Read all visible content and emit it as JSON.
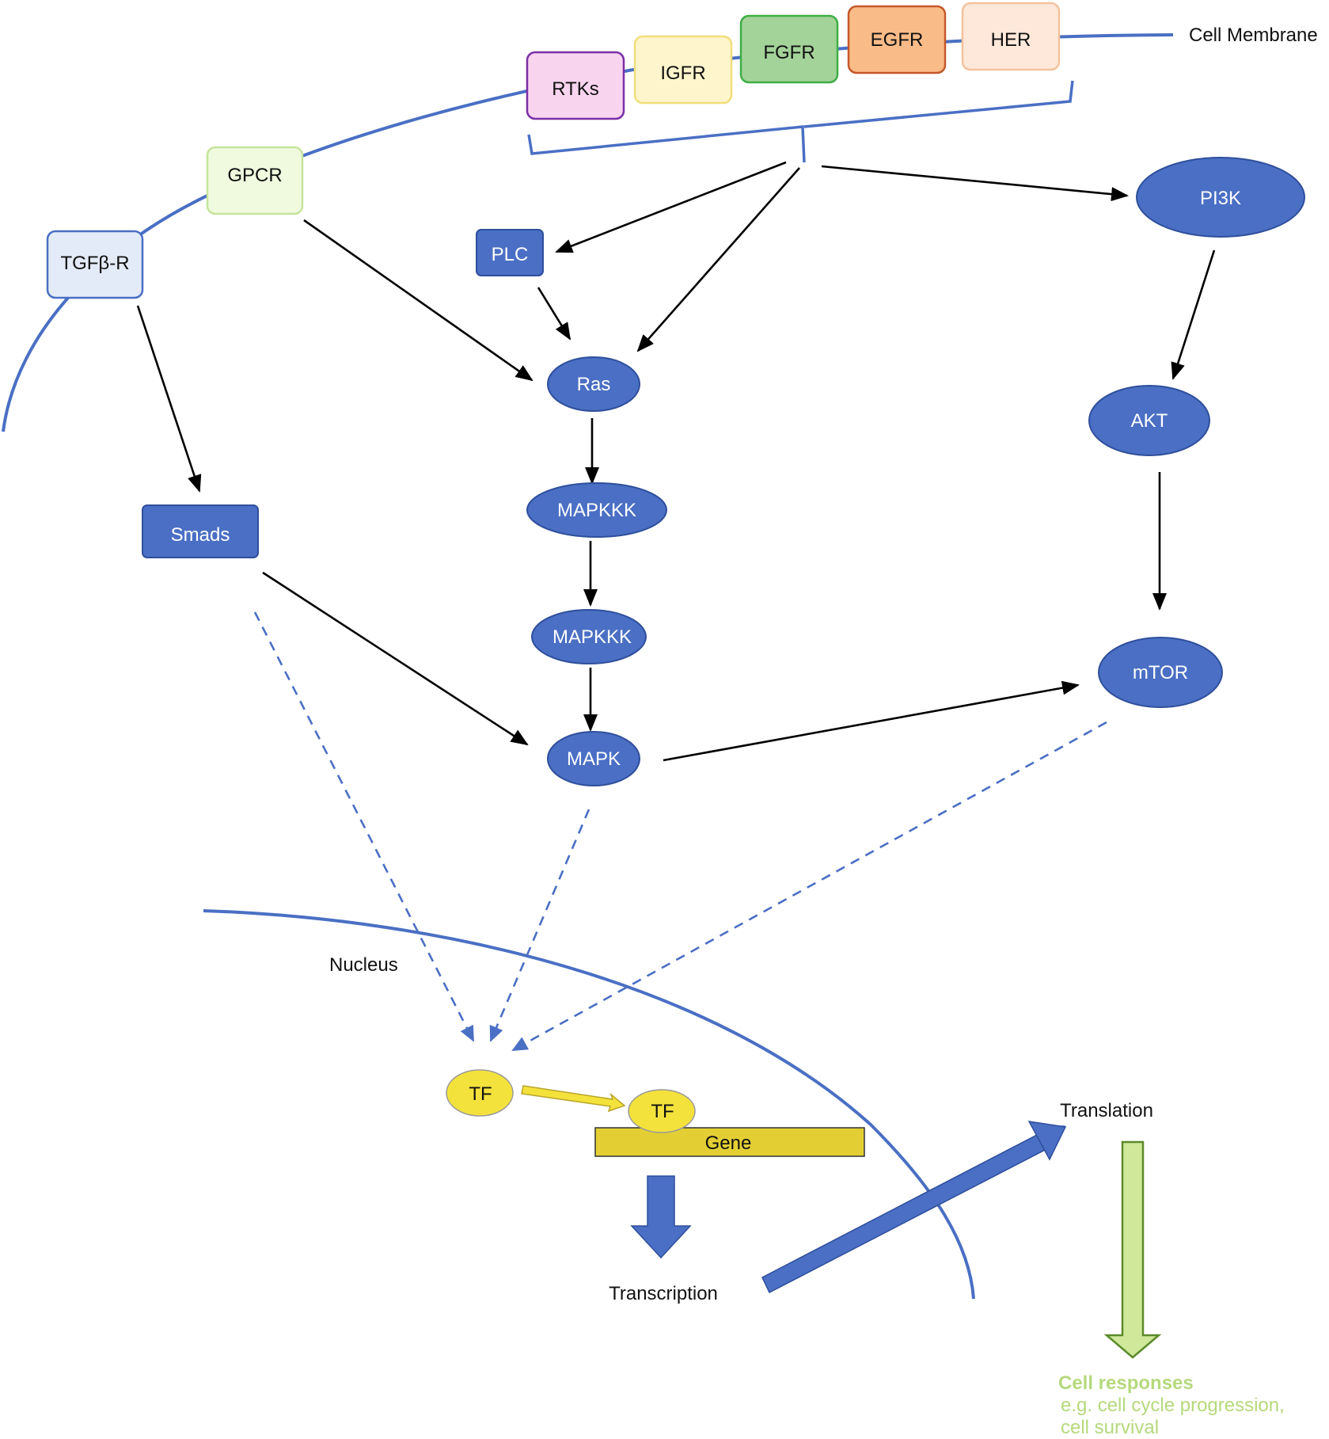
{
  "membrane": {
    "label": "Cell Membrane"
  },
  "receptors": {
    "rtks": "RTKs",
    "igfr": "IGFR",
    "fgfr": "FGFR",
    "egfr": "EGFR",
    "her": "HER",
    "gpcr": "GPCR",
    "tgfb": "TGFβ-R"
  },
  "nodes": {
    "plc": "PLC",
    "ras": "Ras",
    "mapkkk1": "MAPKKK",
    "mapkkk2": "MAPKKK",
    "mapk": "MAPK",
    "smads": "Smads",
    "pi3k": "PI3K",
    "akt": "AKT",
    "mtor": "mTOR"
  },
  "nucleus": {
    "label": "Nucleus",
    "tf_free": "TF",
    "tf_bound": "TF",
    "gene": "Gene",
    "transcription": "Transcription"
  },
  "translation": "Translation",
  "cell_responses": {
    "title": "Cell responses",
    "line1": "e.g. cell cycle progression,",
    "line2": "cell survival"
  },
  "colors": {
    "node_blue": "#4a6fc4",
    "membrane_blue": "#4a6fc4",
    "rtks_fill": "#f9d4ef",
    "rtks_border": "#7b2fa6",
    "igfr_fill": "#fff5cc",
    "igfr_border": "#f2de7a",
    "fgfr_fill": "#a4d39a",
    "fgfr_border": "#3fae45",
    "egfr_fill": "#f9bb88",
    "egfr_border": "#c6572a",
    "her_fill": "#fde8da",
    "her_border": "#f2c39d",
    "gpcr_fill": "#f0fadf",
    "gpcr_border": "#c4e59c",
    "tgfb_fill": "#e4ebf8",
    "tgfb_border": "#4a6fc4",
    "tf_yellow": "#f4e23c",
    "gene_fill": "#e3cf34",
    "responses_green": "#b5d97c",
    "green_arrow_fill": "#cfe89a"
  }
}
